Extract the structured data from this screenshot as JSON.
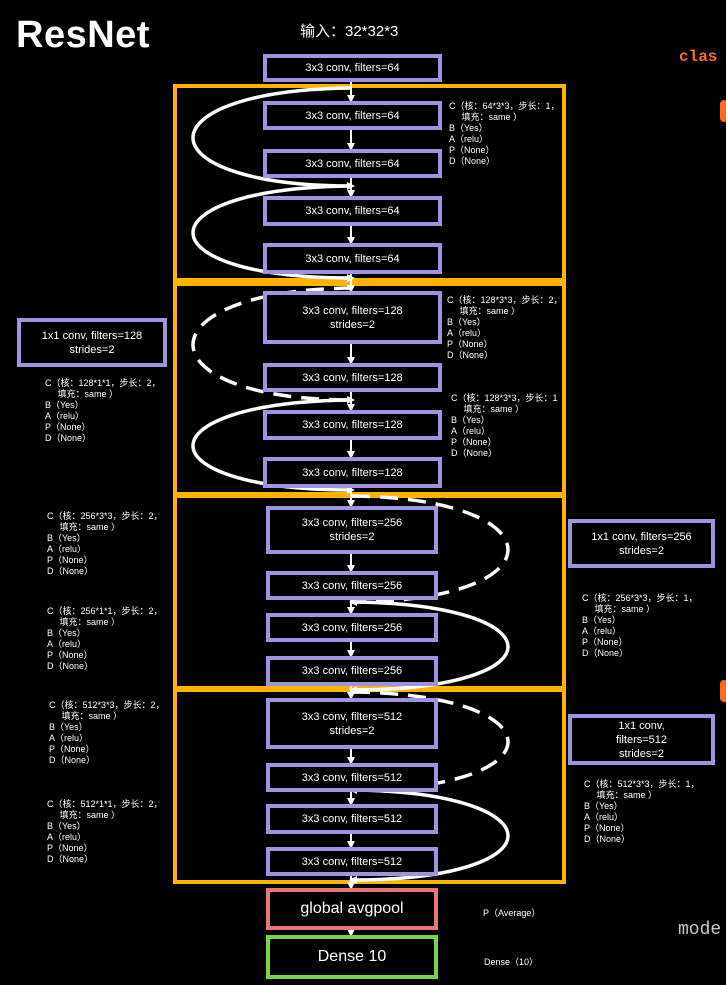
{
  "title": "ResNet",
  "input_label": "输入：32*32*3",
  "code": {
    "class_fragment": "clas",
    "model_fragment": "mode"
  },
  "boxes": {
    "b0": "3x3 conv, filters=64",
    "b1": "3x3 conv, filters=64",
    "b2": "3x3 conv, filters=64",
    "b3": "3x3 conv, filters=64",
    "b4": "3x3 conv, filters=64",
    "b5_l1": "3x3 conv, filters=128",
    "b5_l2": "strides=2",
    "b6": "3x3 conv, filters=128",
    "b7": "3x3 conv, filters=128",
    "b8": "3x3 conv, filters=128",
    "b9_l1": "3x3 conv, filters=256",
    "b9_l2": "strides=2",
    "b10": "3x3 conv, filters=256",
    "b11": "3x3 conv, filters=256",
    "b12": "3x3 conv, filters=256",
    "b13_l1": "3x3 conv, filters=512",
    "b13_l2": "strides=2",
    "b14": "3x3 conv, filters=512",
    "b15": "3x3 conv, filters=512",
    "b16": "3x3 conv, filters=512",
    "pool": "global avgpool",
    "dense": "Dense 10"
  },
  "shortcuts": {
    "s128_l1": "1x1 conv, filters=128",
    "s128_l2": "strides=2",
    "s256_l1": "1x1 conv, filters=256",
    "s256_l2": "strides=2",
    "s512_l1": "1x1 conv,",
    "s512_l2": "filters=512",
    "s512_l3": "strides=2"
  },
  "annotations": {
    "a1": "C（核：64*3*3，步长：1，\n     填充：same ）\nB（Yes）\nA（relu）\nP（None）\nD（None）",
    "a2": "C（核：128*3*3，步长：2，\n     填充：same ）\nB（Yes）\nA（relu）\nP（None）\nD（None）",
    "a3": "C（核：128*1*1，步长：2，\n     填充：same ）\nB（Yes）\nA（relu）\nP（None）\nD（None）",
    "a4": "C（核：128*3*3，步长：1\n     填充：same ）\nB（Yes）\nA（relu）\nP（None）\nD（None）",
    "a5": "C（核：256*3*3，步长：2，\n     填充：same ）\nB（Yes）\nA（relu）\nP（None）\nD（None）",
    "a6": "C（核：256*1*1，步长：2，\n     填充：same ）\nB（Yes）\nA（relu）\nP（None）\nD（None）",
    "a7": "C（核：256*3*3，步长：1，\n     填充：same ）\nB（Yes）\nA（relu）\nP（None）\nD（None）",
    "a8": "C（核：512*3*3，步长：2，\n     填充：same ）\nB（Yes）\nA（relu）\nP（None）\nD（None）",
    "a9": "C（核：512*1*1，步长：2，\n     填充：same ）\nB（Yes）\nA（relu）\nP（None）\nD（None）",
    "a10": "C（核：512*3*3，步长：1，\n     填充：same ）\nB（Yes）\nA（relu）\nP（None）\nD（None）",
    "a_pool": "P（Average）",
    "a_dense": "Dense（10）"
  },
  "colors": {
    "box_border": "#9b95e0",
    "stage_border": "#ffb300",
    "pool_border": "#e87474",
    "dense_border": "#7bd14c",
    "code_orange": "#ff6a1a"
  }
}
